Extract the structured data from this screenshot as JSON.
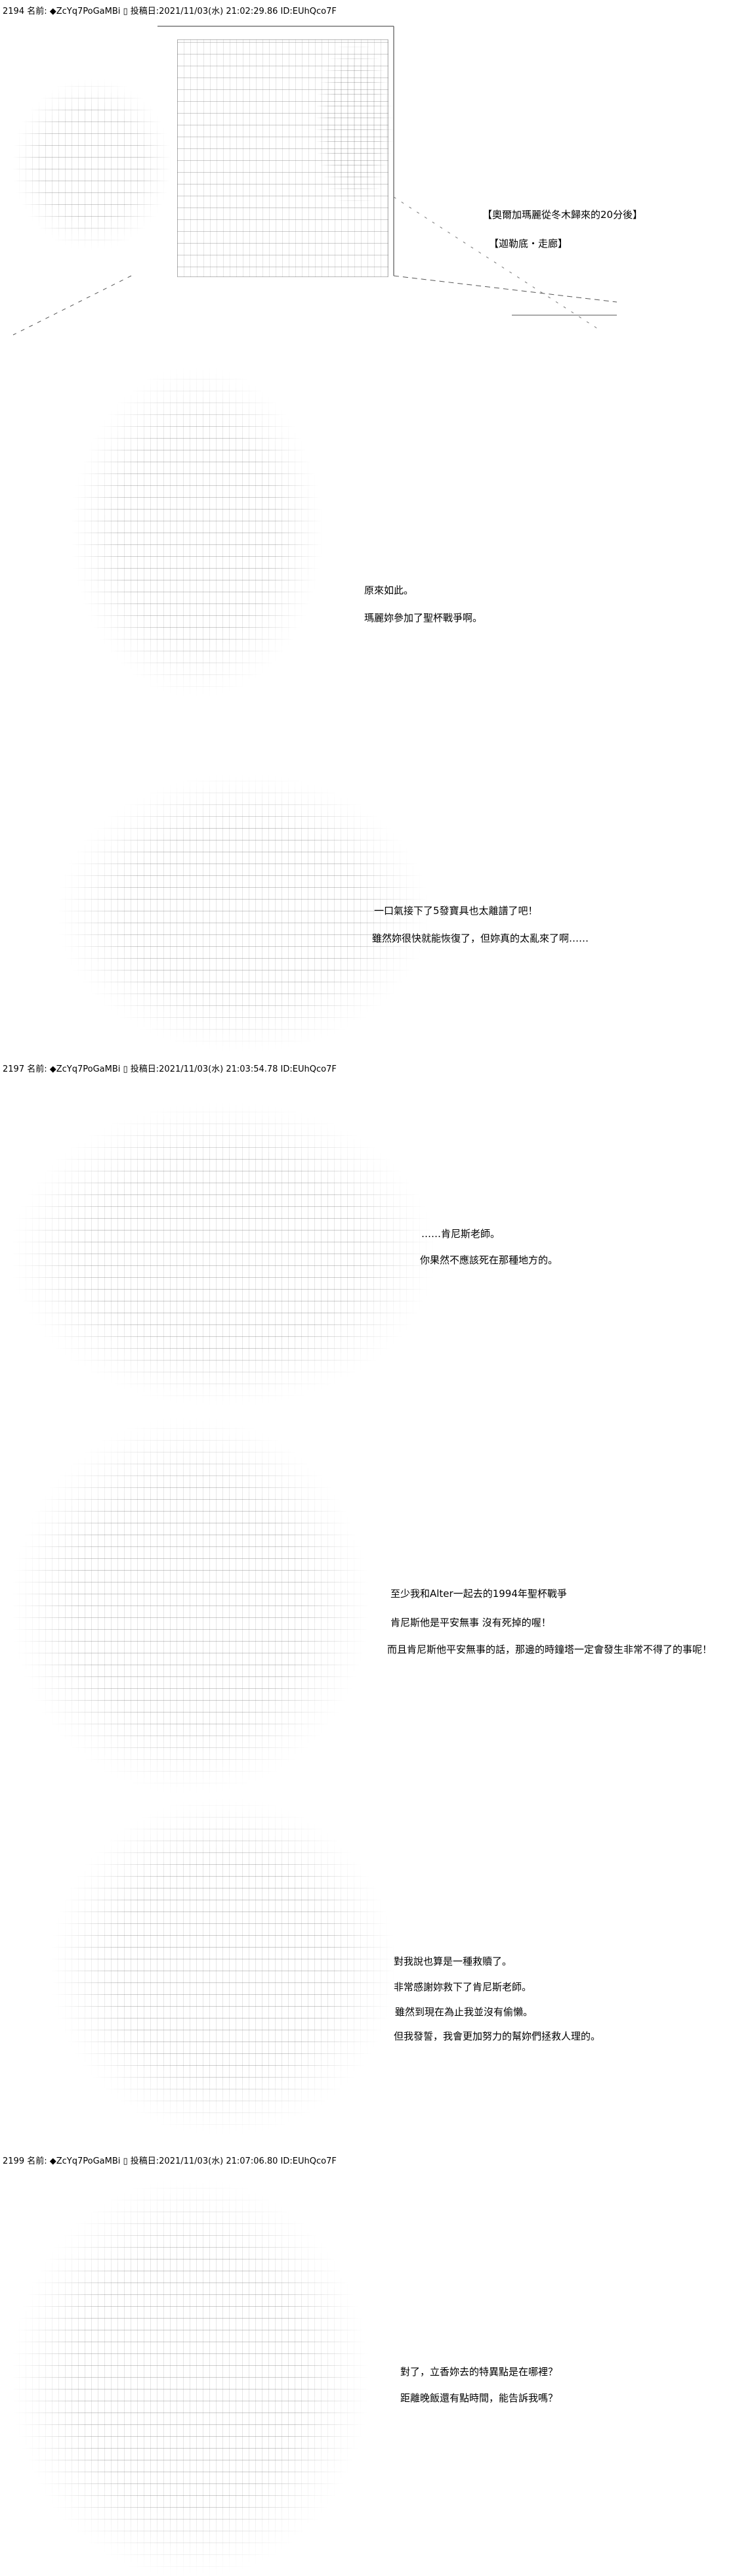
{
  "posts": [
    {
      "header": "2194 名前: ◆ZcYq7PoGaMBi ▯ 投稿日:2021/11/03(水) 21:02:29.86 ID:EUhQco7F"
    },
    {
      "header": "2197 名前: ◆ZcYq7PoGaMBi ▯ 投稿日:2021/11/03(水) 21:03:54.78 ID:EUhQco7F"
    },
    {
      "header": "2199 名前: ◆ZcYq7PoGaMBi ▯ 投稿日:2021/11/03(水) 21:07:06.80 ID:EUhQco7F"
    }
  ],
  "scenes": [
    {
      "lines": [
        "【奧爾加瑪麗從冬木歸來的20分後】",
        "【迦勒底・走廊】"
      ]
    },
    {
      "lines": [
        "原來如此。",
        "瑪麗妳參加了聖杯戰爭啊。"
      ]
    },
    {
      "lines": [
        "一口氣接下了5發寶具也太離譜了吧！",
        "雖然妳很快就能恢復了，但妳真的太亂來了啊……"
      ]
    },
    {
      "lines": [
        "……肯尼斯老師。",
        "你果然不應該死在那種地方的。"
      ]
    },
    {
      "lines": [
        "至少我和Alter一起去的1994年聖杯戰爭",
        "肯尼斯他是平安無事 沒有死掉的喔！",
        "而且肯尼斯他平安無事的話，那邊的時鐘塔一定會發生非常不得了的事呢！"
      ]
    },
    {
      "lines": [
        "對我說也算是一種救贖了。",
        "非常感謝妳救下了肯尼斯老師。",
        "雖然到現在為止我並沒有偷懶。",
        "但我發誓，我會更加努力的幫妳們拯救人理的。"
      ]
    },
    {
      "lines": [
        "對了，立香妳去的特異點是在哪裡？",
        "距離晚飯還有點時間，能告訴我嗎？"
      ]
    }
  ]
}
